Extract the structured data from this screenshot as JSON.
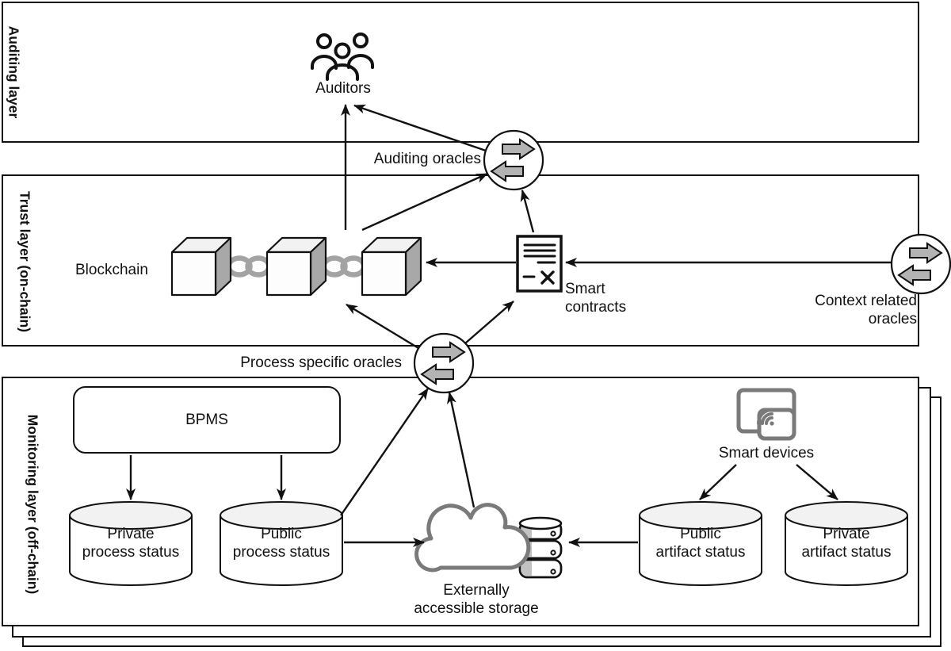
{
  "layers": {
    "auditing": {
      "label_line1": "Auditing layer",
      "label_line2": ""
    },
    "trust": {
      "label_line1": "Trust layer",
      "label_line2": "(on-chain)"
    },
    "monitoring": {
      "label_line1": "Monitoring layer",
      "label_line2": "(off-chain)"
    }
  },
  "nodes": {
    "auditors": {
      "label": "Auditors"
    },
    "auditing_oracles": {
      "label": "Auditing oracles"
    },
    "blockchain": {
      "label": "Blockchain"
    },
    "smart_contracts": {
      "label_line1": "Smart",
      "label_line2": "contracts"
    },
    "context_oracles": {
      "label_line1": "Context related",
      "label_line2": "oracles"
    },
    "process_oracles": {
      "label": "Process specific oracles"
    },
    "bpms": {
      "label": "BPMS"
    },
    "private_process": {
      "label_line1": "Private",
      "label_line2": "process status"
    },
    "public_process": {
      "label_line1": "Public",
      "label_line2": "process status"
    },
    "storage": {
      "label_line1": "Externally",
      "label_line2": "accessible storage"
    },
    "public_artifact": {
      "label_line1": "Public",
      "label_line2": "artifact status"
    },
    "private_artifact": {
      "label_line1": "Private",
      "label_line2": "artifact status"
    },
    "smart_devices": {
      "label": "Smart devices"
    }
  },
  "icons": {
    "auditors": "people-icon",
    "auditing_oracles": "exchange-arrows-icon",
    "process_oracles": "exchange-arrows-icon",
    "context_oracles": "exchange-arrows-icon",
    "blockchain": "chained-cubes-icon",
    "smart_contracts": "signed-document-icon",
    "storage": "cloud-database-icon",
    "smart_devices": "connected-screens-wifi-icon"
  },
  "colors": {
    "outline": "#111111",
    "chain": "#a3a3a3",
    "cube_side": "#a8a8a8",
    "cube_top": "#f2f2f2",
    "cylinder_top": "#f2f2f2",
    "oracle_arrow": "#b3b3b3",
    "icon_gray": "#7a7a7a",
    "shade": "#c2c2c2"
  }
}
